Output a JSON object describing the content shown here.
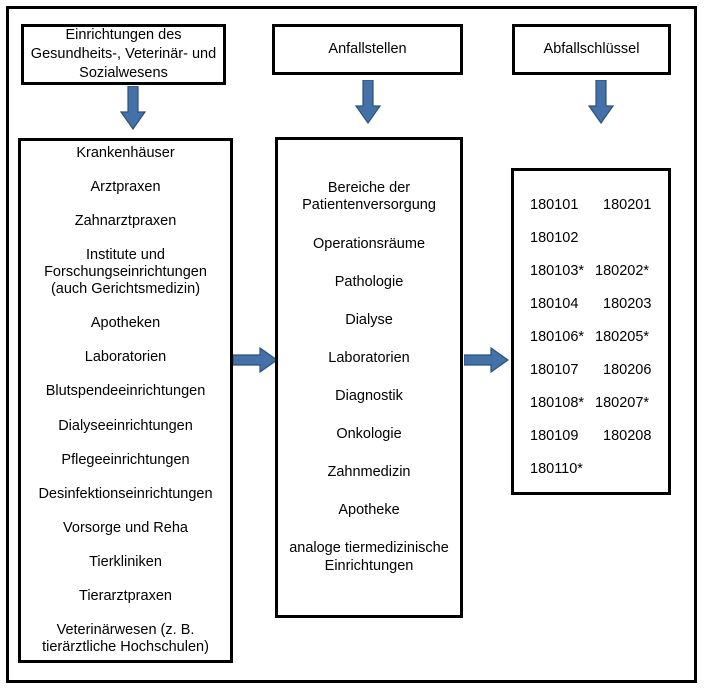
{
  "diagram": {
    "title_boxes": [
      {
        "id": "einrichtungen",
        "label": "Einrichtungen des Gesundheits-, Veterinär- und Sozialwesens"
      },
      {
        "id": "anfallstellen",
        "label": "Anfallstellen"
      },
      {
        "id": "abfallschluessel",
        "label": "Abfallschlüssel"
      }
    ],
    "einrichtungen_list": [
      "Krankenhäuser",
      "Arztpraxen",
      "Zahnarztpraxen",
      "Institute und Forschungseinrichtungen (auch Gerichtsmedizin)",
      "Apotheken",
      "Laboratorien",
      "Blutspendeeinrichtungen",
      "Dialyseeinrichtungen",
      "Pflegeeinrichtungen",
      "Desinfektionseinrichtungen",
      "Vorsorge und Reha",
      "Tierkliniken",
      "Tierarztpraxen",
      "Veterinärwesen (z. B. tierärztliche Hochschulen)"
    ],
    "anfallstellen_list": [
      "Bereiche der Patientenversorgung",
      "Operationsräume",
      "Pathologie",
      "Dialyse",
      "Laboratorien",
      "Diagnostik",
      "Onkologie",
      "Zahnmedizin",
      "Apotheke",
      "analoge tiermedizinische Einrichtungen"
    ],
    "abfallschluessel_codes": [
      {
        "col_a": "180101",
        "col_b": "180201"
      },
      {
        "col_a": "180102",
        "col_b": ""
      },
      {
        "col_a": "180103*",
        "col_b": "180202*"
      },
      {
        "col_a": "180104",
        "col_b": "180203"
      },
      {
        "col_a": "180106*",
        "col_b": "180205*"
      },
      {
        "col_a": "180107",
        "col_b": "180206"
      },
      {
        "col_a": "180108*",
        "col_b": "180207*"
      },
      {
        "col_a": "180109",
        "col_b": "180208"
      },
      {
        "col_a": "180110*",
        "col_b": ""
      }
    ],
    "colors": {
      "arrow_fill": "#4472a8",
      "arrow_stroke": "#2e5077",
      "border": "#000000",
      "background": "#ffffff"
    },
    "arrows": [
      {
        "id": "arrow-einrichtungen-down",
        "direction": "down"
      },
      {
        "id": "arrow-anfallstellen-down",
        "direction": "down"
      },
      {
        "id": "arrow-abfallschluessel-down",
        "direction": "down"
      },
      {
        "id": "arrow-einrichtungen-to-anfallstellen",
        "direction": "right"
      },
      {
        "id": "arrow-anfallstellen-to-codes",
        "direction": "right"
      }
    ]
  }
}
